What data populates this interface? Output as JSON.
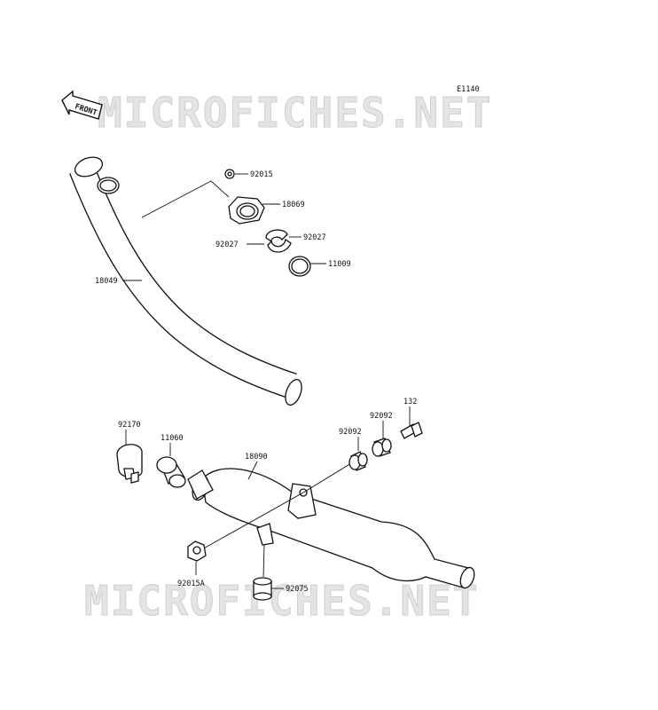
{
  "diagram_code": "E1140",
  "front_label": "FRONT",
  "watermark": "MICROFICHES.NET",
  "parts": {
    "p92015": "92015",
    "p18069": "18069",
    "p92027_left": "92027",
    "p92027_right": "92027",
    "p11009": "11009",
    "p18049": "18049",
    "p92170": "92170",
    "p11060": "11060",
    "p18090": "18090",
    "p92092_a": "92092",
    "p92092_b": "92092",
    "p132": "132",
    "p92015A": "92015A",
    "p92075": "92075"
  },
  "colors": {
    "line": "#111111",
    "watermark": "#e4e4e4"
  }
}
